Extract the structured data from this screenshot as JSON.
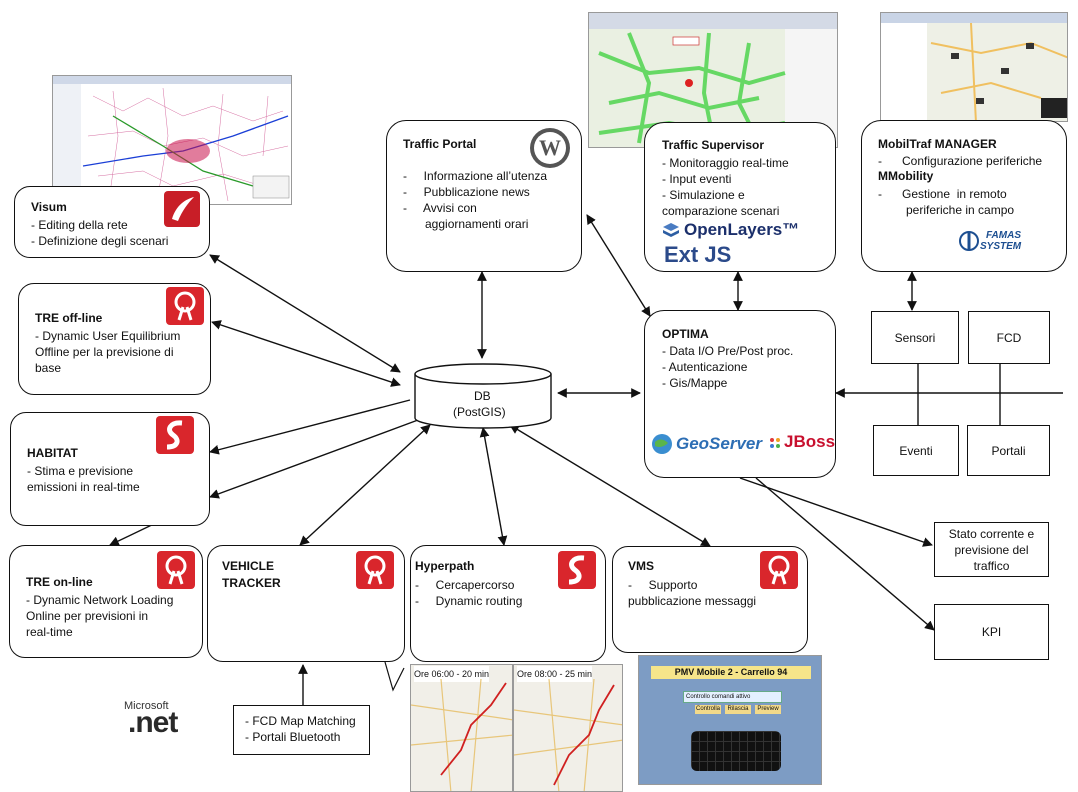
{
  "db": {
    "line1": "DB",
    "line2": "(PostGIS)"
  },
  "visum": {
    "title": "Visum",
    "items": [
      "- Editing della rete",
      "- Definizione degli scenari"
    ]
  },
  "tre_offline": {
    "title": "TRE off-line",
    "items": [
      "- Dynamic User Equilibrium",
      "Offline per la previsione di",
      "base"
    ]
  },
  "habitat": {
    "title": "HABITAT",
    "items": [
      "- Stima e previsione",
      "emissioni in real-time"
    ]
  },
  "tre_online": {
    "title": "TRE on-line",
    "items": [
      "- Dynamic Network Loading",
      "Online per previsioni in",
      "real-time"
    ]
  },
  "vehicle_tracker": {
    "title_1": "VEHICLE",
    "title_2": "TRACKER"
  },
  "vehicle_sub": {
    "items": [
      "- FCD Map Matching",
      "- Portali Bluetooth"
    ]
  },
  "hyperpath": {
    "title": "Hyperpath",
    "items": [
      "-     Cercapercorso",
      "-     Dynamic routing"
    ]
  },
  "vms": {
    "title": "VMS",
    "items": [
      "-     Supporto",
      "pubblicazione messaggi"
    ]
  },
  "traffic_portal": {
    "title": "Traffic Portal",
    "items": [
      "-     Informazione all’utenza",
      "-     Pubblicazione news",
      "-     Avvisi con",
      "aggiornamenti orari"
    ]
  },
  "traffic_supervisor": {
    "title": "Traffic Supervisor",
    "items": [
      "- Monitoraggio real-time",
      "- Input eventi",
      "- Simulazione e",
      "comparazione scenari"
    ]
  },
  "mobiltraf": {
    "title_1": "MobilTraf MANAGER",
    "item_1": "-      Configurazione periferiche",
    "title_2": "MMobility",
    "item_2": "-      Gestione  in remoto",
    "item_3": "periferiche in campo"
  },
  "optima": {
    "title": "OPTIMA",
    "items": [
      "- Data I/O Pre/Post proc.",
      "- Autenticazione",
      "- Gis/Mappe"
    ]
  },
  "periph": {
    "sensori": "Sensori",
    "fcd": "FCD",
    "eventi": "Eventi",
    "portali": "Portali"
  },
  "outputs": {
    "stato_1": "Stato corrente e",
    "stato_2": "previsione del",
    "stato_3": "traffico",
    "kpi": "KPI"
  },
  "logos": {
    "openlayers": "OpenLayers™",
    "extjs": "Ext JS",
    "geoserver": "GeoServer",
    "jboss": "JBoss",
    "famas_1": "FAMAS",
    "famas_2": "SYSTEM",
    "ms_1": "Microsoft",
    "ms_2": ".net"
  },
  "screens": {
    "hyp_left": "Ore 06:00 - 20 min",
    "hyp_right": "Ore 08:00 - 25 min",
    "vms_title": "PMV Mobile 2 - Carrello 94",
    "vms_field": "Controllo comandi attivo",
    "vms_btn_1": "Controlla",
    "vms_btn_2": "Rilascia",
    "vms_btn_3": "Preview"
  },
  "colors": {
    "icon_red": "#d9262c",
    "line": "#111111"
  }
}
